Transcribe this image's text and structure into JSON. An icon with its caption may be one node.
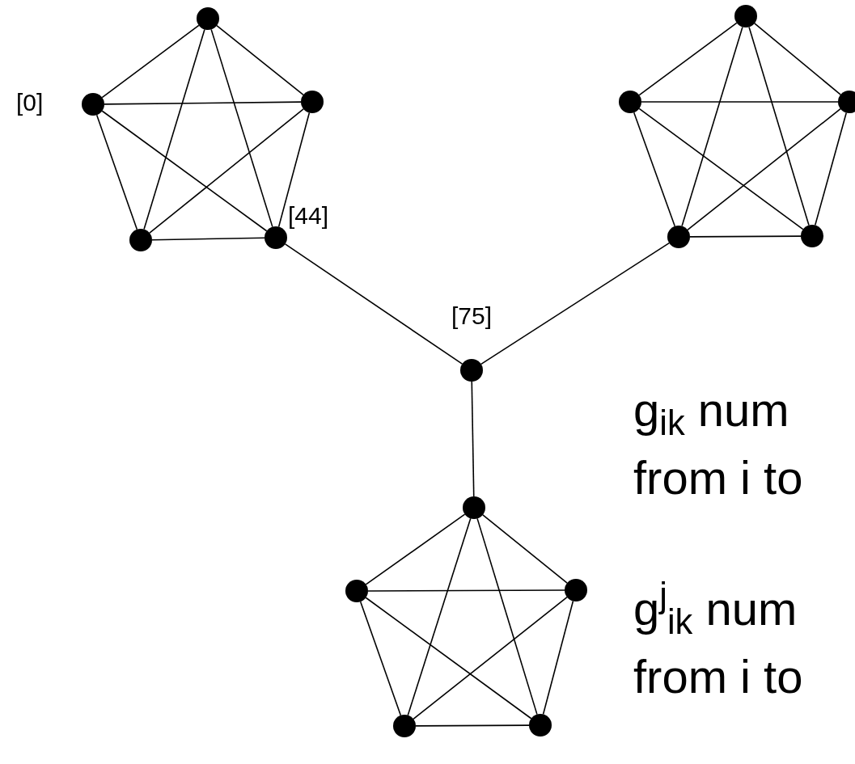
{
  "diagram": {
    "nodes": [
      {
        "text": [],
        "shape": "circle"
      },
      {
        "text": [],
        "shape": "circle",
        "beside": [
          "[0]"
        ]
      },
      {
        "text": [],
        "shape": "circle"
      },
      {
        "text": [],
        "shape": "circle"
      },
      {
        "text": [],
        "shape": "circle",
        "beside": [
          "[44]"
        ]
      },
      {
        "text": [],
        "shape": "circle"
      },
      {
        "text": [],
        "shape": "circle"
      },
      {
        "text": [],
        "shape": "circle"
      },
      {
        "text": [],
        "shape": "circle"
      },
      {
        "text": [],
        "shape": "circle"
      },
      {
        "text": [],
        "shape": "circle",
        "beside": [
          "[75]"
        ]
      },
      {
        "text": [],
        "shape": "circle"
      },
      {
        "text": [],
        "shape": "circle"
      },
      {
        "text": [],
        "shape": "circle"
      },
      {
        "text": [],
        "shape": "circle"
      },
      {
        "text": [],
        "shape": "circle"
      }
    ],
    "edges": [
      {
        "from": 0,
        "to": 1,
        "arrow": "none"
      },
      {
        "from": 0,
        "to": 2,
        "arrow": "none"
      },
      {
        "from": 1,
        "to": 3,
        "arrow": "none"
      },
      {
        "from": 2,
        "to": 4,
        "arrow": "none"
      },
      {
        "from": 3,
        "to": 4,
        "arrow": "none"
      },
      {
        "from": 0,
        "to": 3,
        "arrow": "none"
      },
      {
        "from": 0,
        "to": 4,
        "arrow": "none"
      },
      {
        "from": 1,
        "to": 2,
        "arrow": "none"
      },
      {
        "from": 1,
        "to": 4,
        "arrow": "none"
      },
      {
        "from": 2,
        "to": 3,
        "arrow": "none"
      },
      {
        "from": 5,
        "to": 6,
        "arrow": "none"
      },
      {
        "from": 5,
        "to": 7,
        "arrow": "none"
      },
      {
        "from": 6,
        "to": 8,
        "arrow": "none"
      },
      {
        "from": 7,
        "to": 9,
        "arrow": "none"
      },
      {
        "from": 8,
        "to": 9,
        "arrow": "none"
      },
      {
        "from": 5,
        "to": 8,
        "arrow": "none"
      },
      {
        "from": 5,
        "to": 9,
        "arrow": "none"
      },
      {
        "from": 6,
        "to": 7,
        "arrow": "none"
      },
      {
        "from": 6,
        "to": 9,
        "arrow": "none"
      },
      {
        "from": 7,
        "to": 8,
        "arrow": "none"
      },
      {
        "from": 11,
        "to": 12,
        "arrow": "none"
      },
      {
        "from": 11,
        "to": 13,
        "arrow": "none"
      },
      {
        "from": 12,
        "to": 14,
        "arrow": "none"
      },
      {
        "from": 13,
        "to": 15,
        "arrow": "none"
      },
      {
        "from": 14,
        "to": 15,
        "arrow": "none"
      },
      {
        "from": 11,
        "to": 14,
        "arrow": "none"
      },
      {
        "from": 11,
        "to": 15,
        "arrow": "none"
      },
      {
        "from": 12,
        "to": 13,
        "arrow": "none"
      },
      {
        "from": 12,
        "to": 15,
        "arrow": "none"
      },
      {
        "from": 13,
        "to": 14,
        "arrow": "none"
      },
      {
        "from": 4,
        "to": 10,
        "arrow": "none"
      },
      {
        "from": 10,
        "to": 8,
        "arrow": "none"
      },
      {
        "from": 10,
        "to": 11,
        "arrow": "none"
      }
    ],
    "labels": [
      "g$_{ik}$ num",
      "from i to",
      "g$^{j}$$_{ik}$ num",
      "from i to"
    ]
  }
}
